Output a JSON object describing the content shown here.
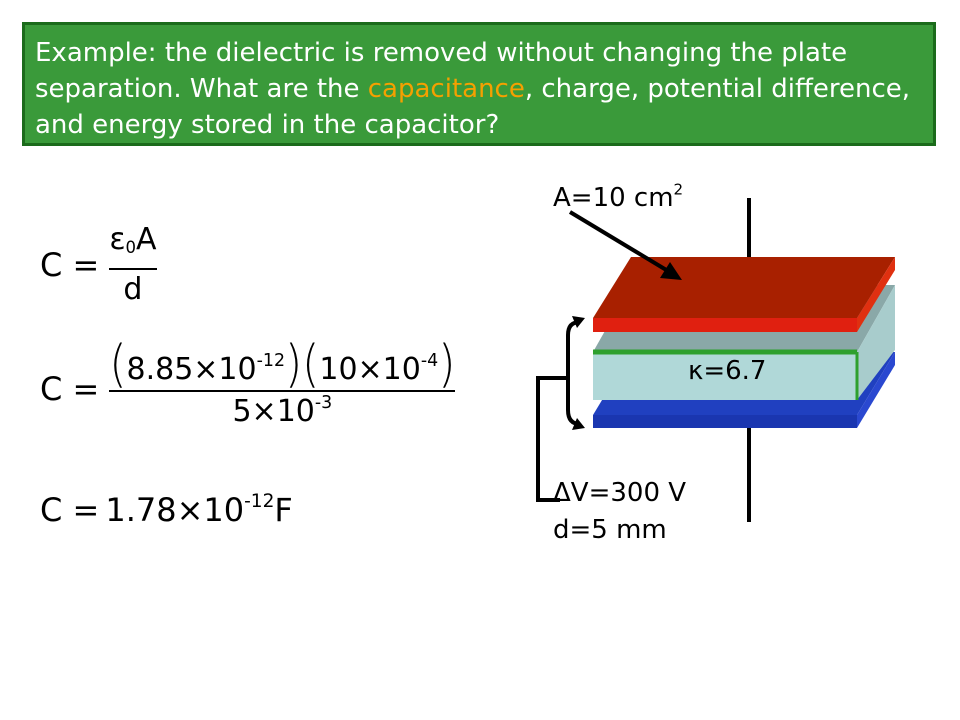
{
  "question": {
    "part1": "Example: the dielectric is removed without changing the plate separation. What are the ",
    "highlight": "capacitance",
    "part2": ", charge, potential difference, and energy stored in the capacitor?"
  },
  "equations": {
    "eq1": {
      "lhs": "C =",
      "num_eps": "ε",
      "num_sub": "0",
      "num_rest": "A",
      "den": "d"
    },
    "eq2": {
      "lhs": "C =",
      "term1_mant": "8.85×10",
      "term1_exp": "-12",
      "term2_mant": "10×10",
      "term2_exp": "-4",
      "den_mant": "5×10",
      "den_exp": "-3"
    },
    "eq3": {
      "lhs": "C =",
      "mant": "1.78×10",
      "exp": "-12",
      "unit": "F"
    }
  },
  "diagram": {
    "area_label": "A=10 cm",
    "area_exp": "2",
    "kappa_label": "κ=6.7",
    "voltage_label": "ΔV=300 V",
    "distance_label": "d=5 mm"
  },
  "colors": {
    "banner_bg": "#3a9a3a",
    "highlight": "#f5a000",
    "top_plate": "#a82000",
    "bottom_plate": "#2040c0",
    "dielectric_front": "#b0d8d8",
    "dielectric_top": "#2ea02e"
  }
}
